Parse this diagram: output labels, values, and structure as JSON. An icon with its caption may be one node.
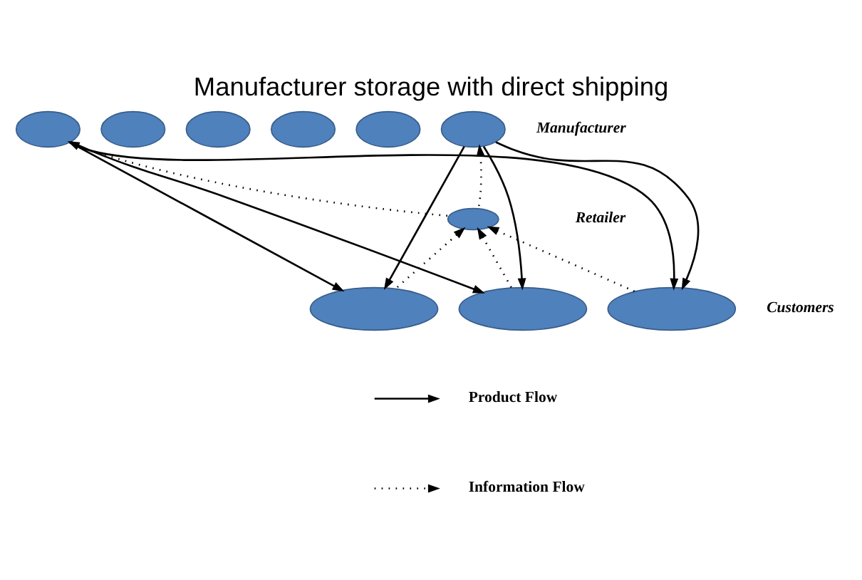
{
  "diagram": {
    "title": "Manufacturer storage with direct shipping",
    "nodes": [
      {
        "text": [],
        "shape": "ellipse"
      },
      {
        "text": [],
        "shape": "ellipse"
      },
      {
        "text": [],
        "shape": "ellipse"
      },
      {
        "text": [],
        "shape": "ellipse"
      },
      {
        "text": [],
        "shape": "ellipse"
      },
      {
        "text": [],
        "shape": "ellipse"
      },
      {
        "text": [],
        "shape": "ellipse"
      },
      {
        "text": [],
        "shape": "ellipse"
      },
      {
        "text": [],
        "shape": "ellipse"
      },
      {
        "text": [],
        "shape": "ellipse"
      }
    ],
    "edges": [
      {
        "from": 0,
        "to": 7,
        "arrow": "to"
      },
      {
        "from": 0,
        "to": 8,
        "arrow": "to"
      },
      {
        "from": 0,
        "to": 9,
        "arrow": "to"
      },
      {
        "from": 5,
        "to": 7,
        "arrow": "to"
      },
      {
        "from": 5,
        "to": 8,
        "arrow": "to"
      },
      {
        "from": 5,
        "to": 9,
        "arrow": "to"
      },
      {
        "from": 6,
        "to": 0,
        "arrow": "to",
        "style": "dashed"
      },
      {
        "from": 6,
        "to": 5,
        "arrow": "to",
        "style": "dashed"
      },
      {
        "from": 7,
        "to": 6,
        "arrow": "to",
        "style": "dashed"
      },
      {
        "from": 8,
        "to": 6,
        "arrow": "to",
        "style": "dashed"
      },
      {
        "from": 9,
        "to": 6,
        "arrow": "to",
        "style": "dashed"
      }
    ],
    "labels": [
      "Manufacturer",
      "Retailer",
      "Customers"
    ],
    "legend": [
      {
        "text": "Product Flow"
      },
      {
        "text": "Information Flow"
      }
    ]
  }
}
